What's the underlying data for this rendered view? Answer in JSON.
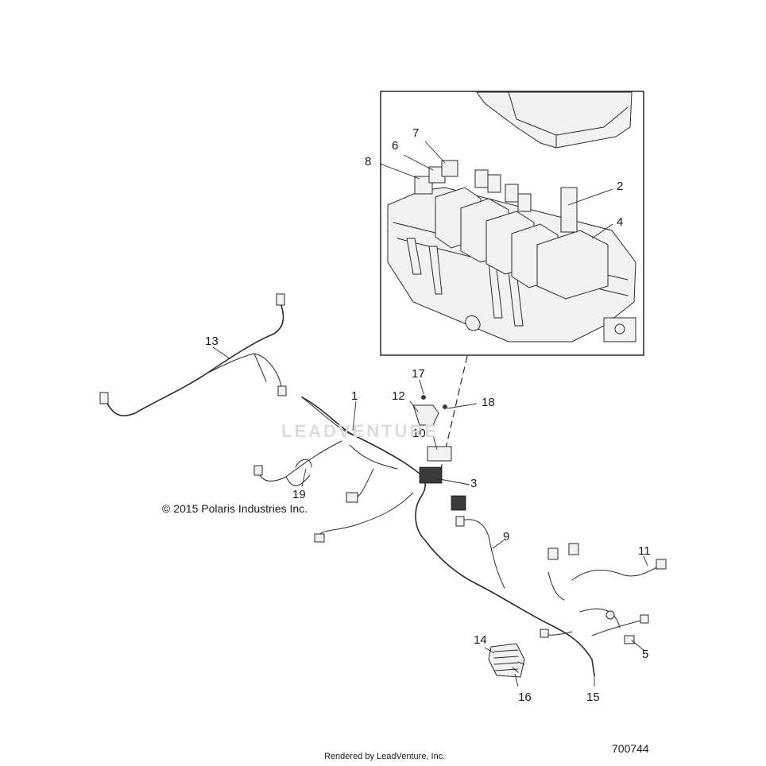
{
  "diagram": {
    "copyright": "© 2015 Polaris Industries Inc.",
    "rendered_by": "Rendered by LeadVenture, Inc.",
    "diagram_number": "700744",
    "watermark": "LEADVENTURE",
    "callouts": [
      {
        "id": "c1",
        "label": "1"
      },
      {
        "id": "c2",
        "label": "2"
      },
      {
        "id": "c3",
        "label": "3"
      },
      {
        "id": "c4",
        "label": "4"
      },
      {
        "id": "c5",
        "label": "5"
      },
      {
        "id": "c6",
        "label": "6"
      },
      {
        "id": "c7",
        "label": "7"
      },
      {
        "id": "c8",
        "label": "8"
      },
      {
        "id": "c9",
        "label": "9"
      },
      {
        "id": "c10",
        "label": "10"
      },
      {
        "id": "c11",
        "label": "11"
      },
      {
        "id": "c12",
        "label": "12"
      },
      {
        "id": "c13",
        "label": "13"
      },
      {
        "id": "c14",
        "label": "14"
      },
      {
        "id": "c15",
        "label": "15"
      },
      {
        "id": "c16",
        "label": "16"
      },
      {
        "id": "c17",
        "label": "17"
      },
      {
        "id": "c18",
        "label": "18"
      },
      {
        "id": "c19",
        "label": "19"
      }
    ]
  }
}
